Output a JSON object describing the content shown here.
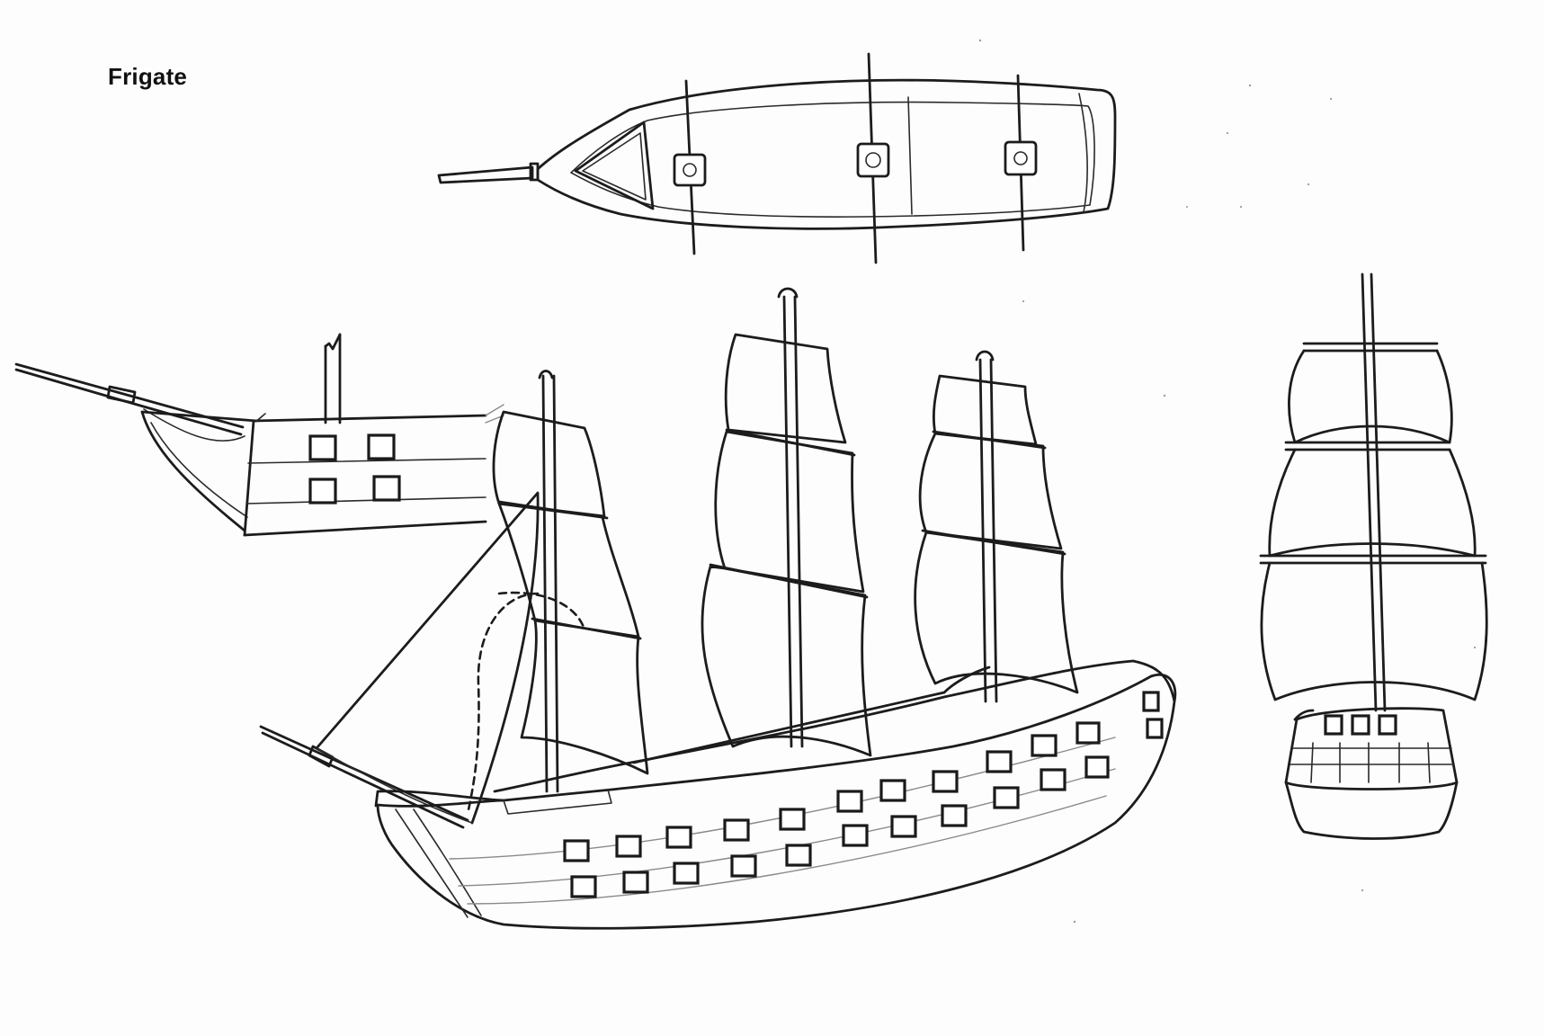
{
  "title": "Frigate",
  "ink_color": "#1c1c1c",
  "paper_color": "#fdfdfd",
  "views": [
    {
      "name": "top-view"
    },
    {
      "name": "side-view-partial"
    },
    {
      "name": "three-quarter-view"
    },
    {
      "name": "stern-view"
    }
  ]
}
